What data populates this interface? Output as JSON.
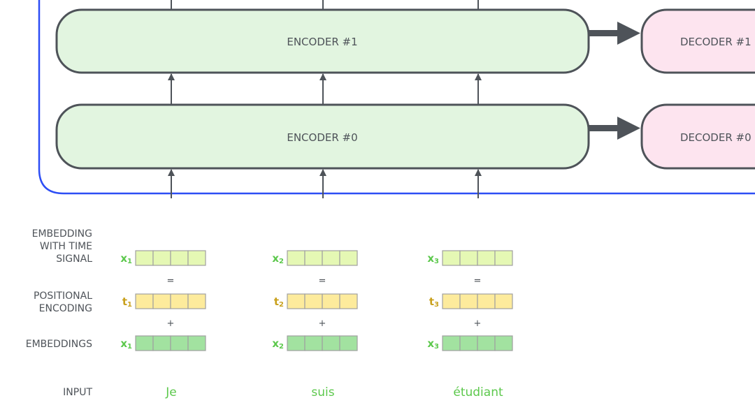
{
  "encoders": [
    {
      "label": "ENCODER #1"
    },
    {
      "label": "ENCODER #0"
    }
  ],
  "decoders": [
    {
      "label": "DECODER #1"
    },
    {
      "label": "DECODER #0"
    }
  ],
  "row_labels": {
    "embedding_time_signal": [
      "EMBEDDING",
      "WITH TIME",
      "SIGNAL"
    ],
    "positional_encoding": [
      "POSITIONAL",
      "ENCODING"
    ],
    "embeddings": [
      "EMBEDDINGS"
    ],
    "input": [
      "INPUT"
    ]
  },
  "operators": {
    "equals": "=",
    "plus": "+"
  },
  "tokens": [
    {
      "word": "Je",
      "x_sym": "x",
      "t_sym": "t",
      "sub": "1"
    },
    {
      "word": "suis",
      "x_sym": "x",
      "t_sym": "t",
      "sub": "2"
    },
    {
      "word": "étudiant",
      "x_sym": "x",
      "t_sym": "t",
      "sub": "3"
    }
  ],
  "vector_cells": 4,
  "colors": {
    "encoder_fill": "#e2f5e0",
    "decoder_fill": "#fde4ef",
    "box_stroke": "#4e5359",
    "frame": "#2d4ef5",
    "time_signal_fill": "#e5f8b4",
    "positional_fill": "#fdeb9c",
    "embedding_fill": "#a2e2a0",
    "x_label": "#5cc84c",
    "t_label": "#c9a11e",
    "text": "#4e5359"
  }
}
